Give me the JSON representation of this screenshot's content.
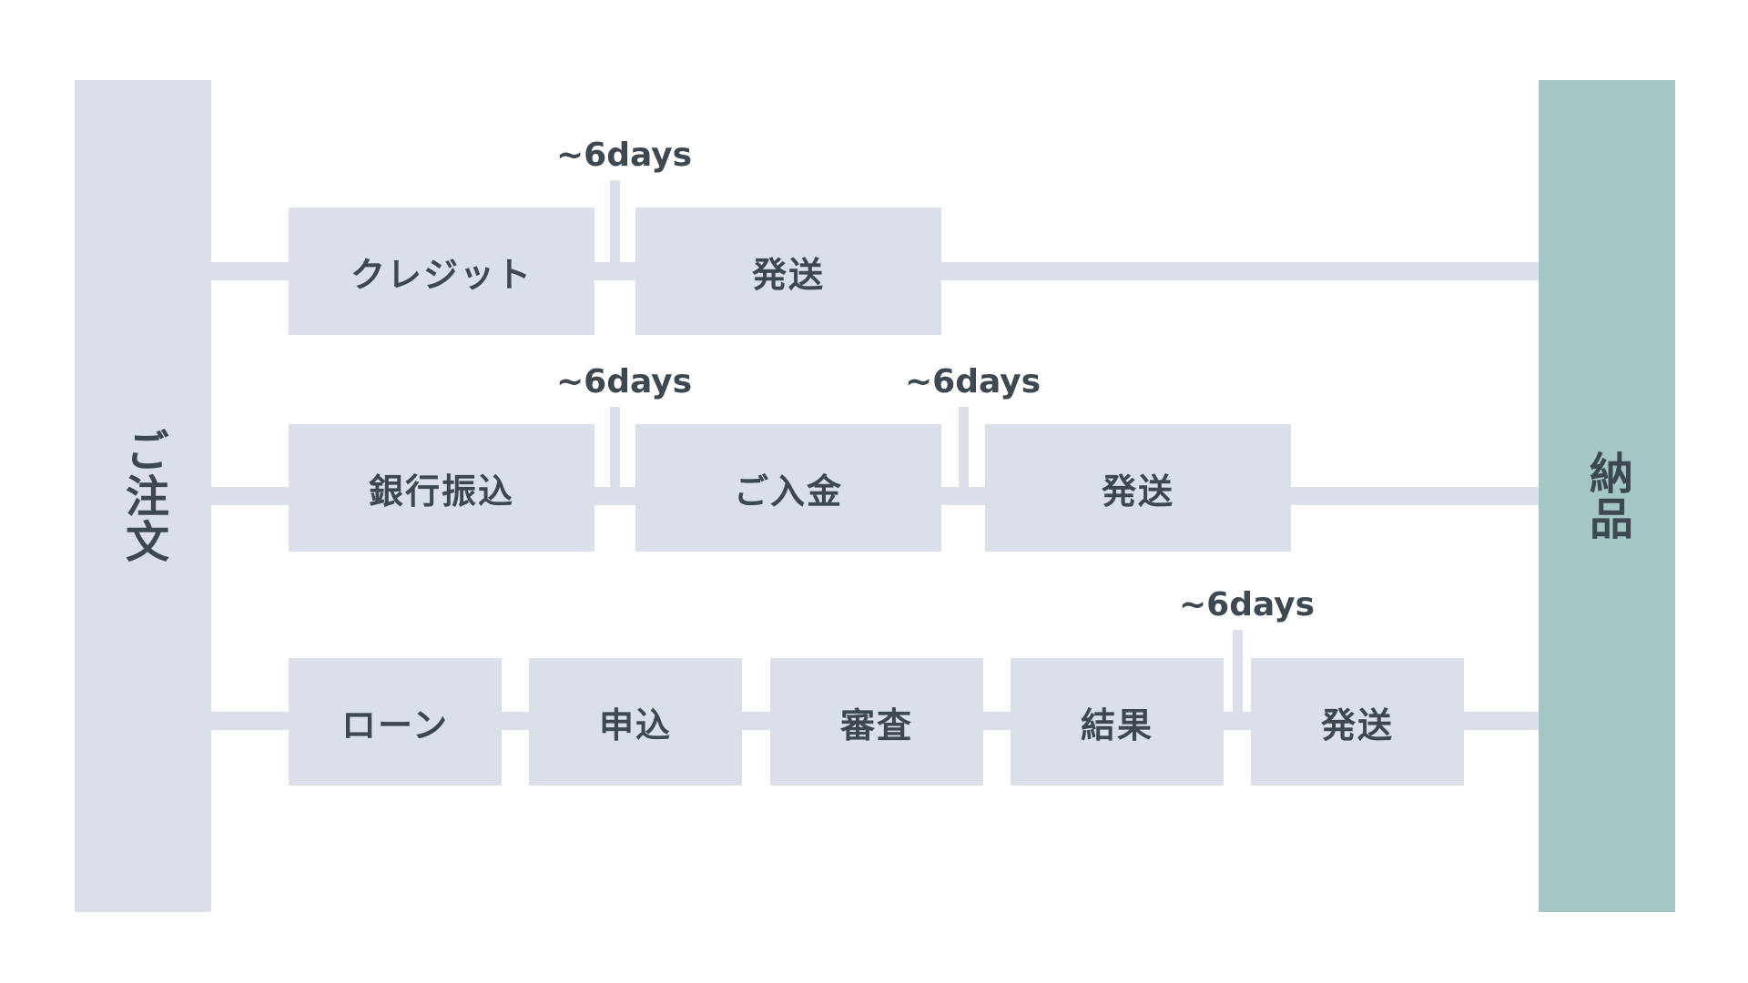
{
  "colors": {
    "box_fill": "#dbdfe9",
    "delivery_fill": "#a4c6c4",
    "text": "#3e4851"
  },
  "order": {
    "label": "ご注文"
  },
  "delivery": {
    "label": "納品"
  },
  "rows": [
    {
      "steps": [
        "クレジット",
        "発送"
      ],
      "durations": [
        "~6days"
      ]
    },
    {
      "steps": [
        "銀行振込",
        "ご入金",
        "発送"
      ],
      "durations": [
        "~6days",
        "~6days"
      ]
    },
    {
      "steps": [
        "ローン",
        "申込",
        "審査",
        "結果",
        "発送"
      ],
      "durations": [
        "~6days"
      ]
    }
  ]
}
